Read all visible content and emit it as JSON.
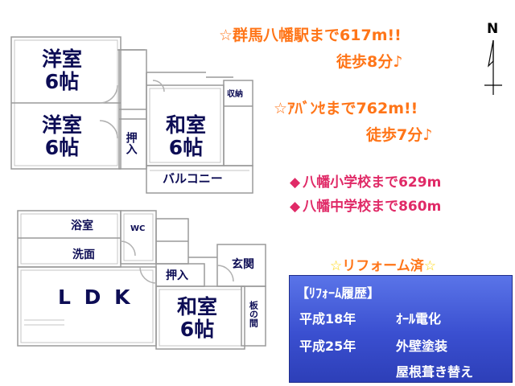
{
  "floor_plan": {
    "upper": {
      "room1": {
        "line1": "洋室",
        "line2": "6帖"
      },
      "room2": {
        "line1": "洋室",
        "line2": "6帖"
      },
      "room3": {
        "line1": "和室",
        "line2": "6帖"
      },
      "closet": "押入",
      "storage": "収納",
      "balcony": "バルコニー"
    },
    "lower": {
      "bath": "浴室",
      "wc": "WC",
      "washroom": "洗面",
      "ldk": "L D K",
      "closet": "押入",
      "entrance": "玄関",
      "room": {
        "line1": "和室",
        "line2": "6帖"
      },
      "wood_floor": "板の間"
    }
  },
  "compass": {
    "label": "N"
  },
  "access": {
    "station": {
      "line1": "☆群馬八幡駅まで617m!!",
      "line2": "徒歩8分♪"
    },
    "supermarket": {
      "line1": "☆ｱﾊﾞﾝｾまで762m!!",
      "line2": "徒歩7分♪"
    },
    "elementary": "八幡小学校まで629m",
    "junior_high": "八幡中学校まで860m",
    "bullet": "◆"
  },
  "reform": {
    "heading": "リフォーム済",
    "star": "☆",
    "box_title": "【ﾘﾌｫｰﾑ履歴】",
    "rows": [
      {
        "year": "平成18年",
        "work": "ｵｰﾙ電化"
      },
      {
        "year": "平成25年",
        "work": "外壁塗装"
      },
      {
        "year": "",
        "work": "屋根葺き替え"
      }
    ]
  },
  "colors": {
    "room_text": "#0d0d55",
    "orange": "#ff7518",
    "pink": "#e02a67",
    "box_blue": "#3a4fd0"
  }
}
